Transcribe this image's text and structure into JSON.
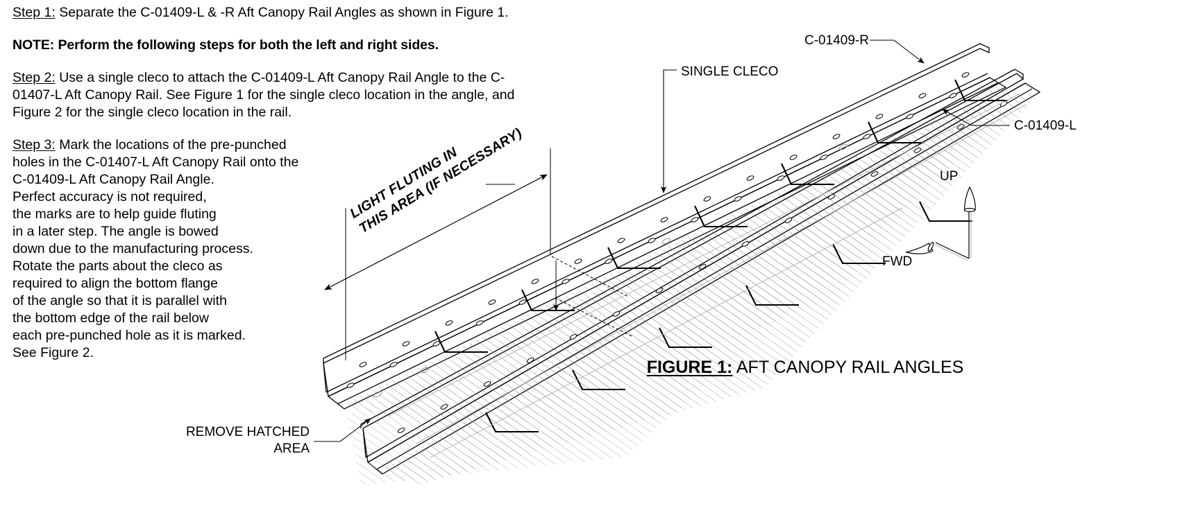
{
  "document": {
    "title": "Aft Canopy Rail Angles Assembly Instructions"
  },
  "instructions": [
    {
      "id": "step1",
      "tag": "Step 1:",
      "bold": false,
      "body": " Separate the C-01409-L & -R Aft Canopy Rail Angles as shown in Figure 1."
    },
    {
      "id": "note",
      "tag": "NOTE:",
      "bold": true,
      "body": " Perform the following steps for both the left and right sides."
    },
    {
      "id": "step2",
      "tag": "Step 2:",
      "bold": false,
      "body": " Use a single cleco to attach the C-01409-L Aft Canopy Rail Angle to the C-01407-L Aft Canopy Rail. See Figure 1 for the single cleco location in the angle, and Figure 2 for the single cleco location in the rail."
    },
    {
      "id": "step3",
      "tag": "Step 3:",
      "bold": false,
      "body": " Mark the locations of the pre-punched holes in the C-01407-L Aft Canopy Rail onto the C-01409-L Aft Canopy Rail Angle.\nPerfect accuracy is not required,\nthe marks are to help guide fluting\nin a later step. The angle is bowed\ndown due to the manufacturing process.\nRotate the parts about the cleco as\nrequired to align the bottom flange\nof the angle so that it is parallel with\nthe bottom edge of the rail below\neach pre-punched hole as it is marked.\nSee Figure 2."
    }
  ],
  "annotations": {
    "single_cleco": "SINGLE CLECO",
    "part_right": "C-01409-R",
    "part_left": "C-01409-L",
    "fluting": "LIGHT FLUTING IN\nTHIS AREA (IF NECESSARY)",
    "remove_hatched": "REMOVE HATCHED AREA"
  },
  "orientation": {
    "up": "UP",
    "fwd": "FWD"
  },
  "caption": {
    "figure_number": "FIGURE 1:",
    "figure_title": " AFT CANOPY RAIL ANGLES"
  },
  "colors": {
    "line": "#000000",
    "hatch": "#9a9a9a",
    "background": "#ffffff"
  }
}
